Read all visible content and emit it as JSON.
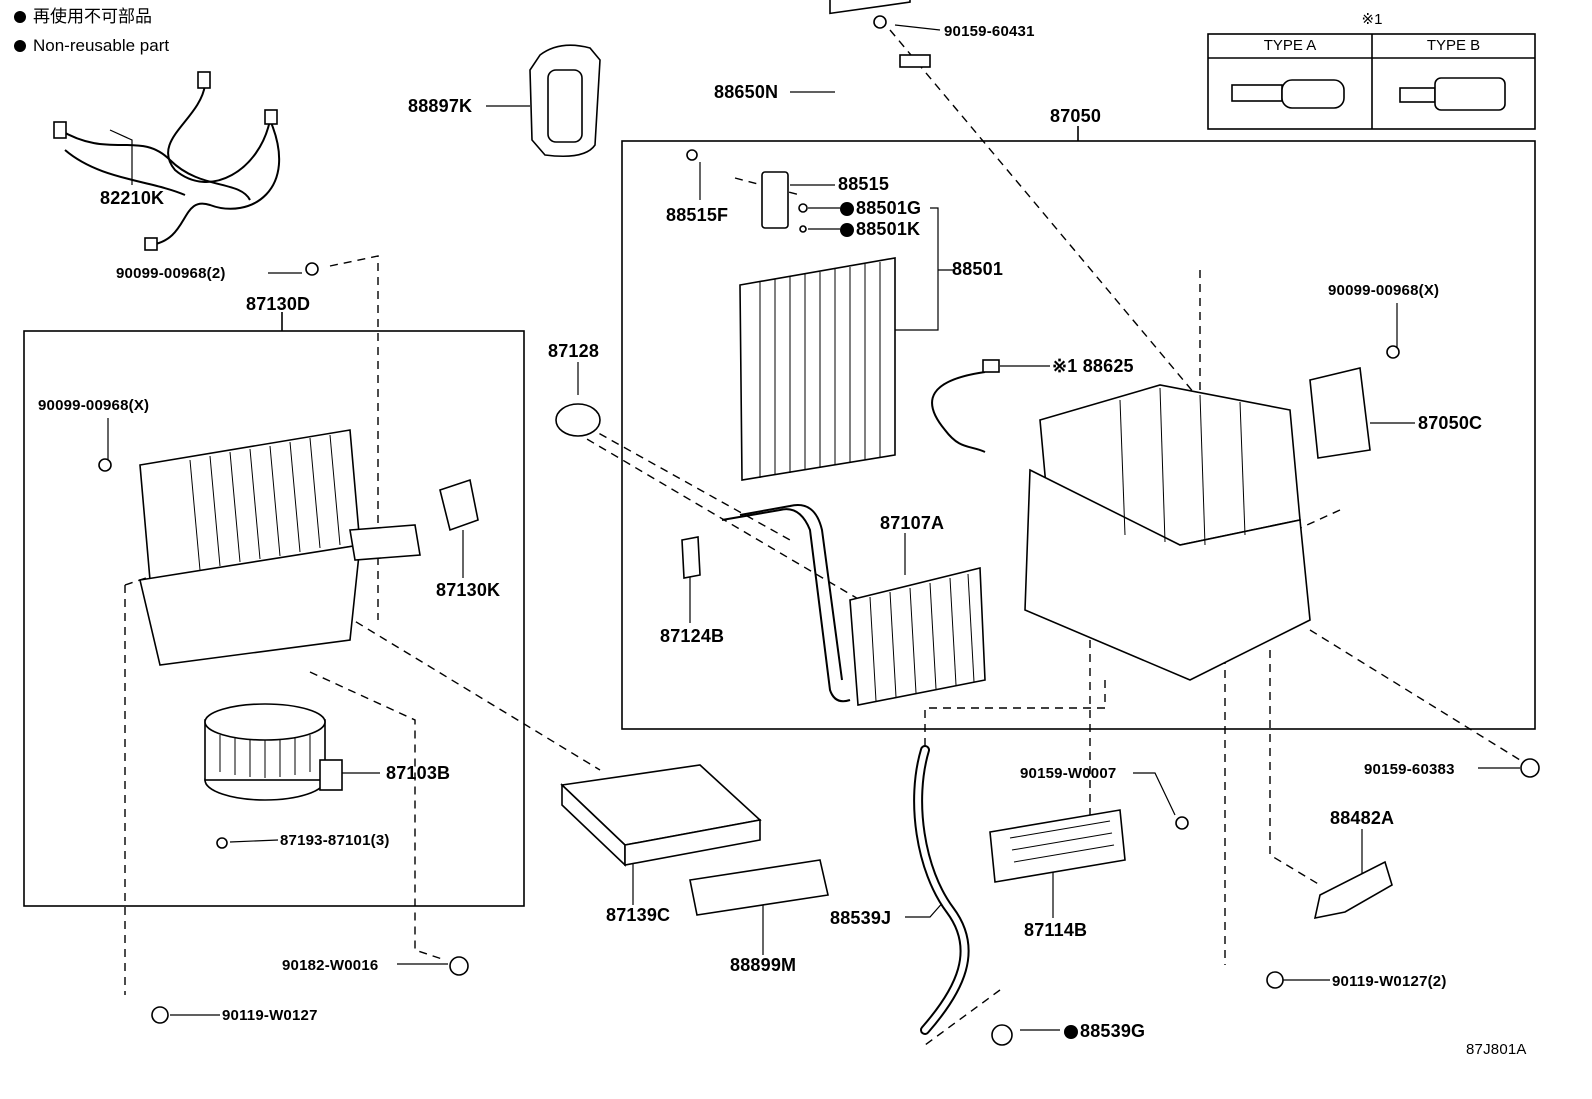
{
  "legend": {
    "symbol": "●",
    "jp": "再使用不可部品",
    "en": "Non-reusable part"
  },
  "note_ref": "※1",
  "type_table": {
    "headers": [
      "TYPE A",
      "TYPE B"
    ]
  },
  "boxes": {
    "left_assembly": "87130D",
    "right_assembly": "87050"
  },
  "parts": [
    {
      "id": "82210K",
      "text": "82210K",
      "nonreusable": false
    },
    {
      "id": "88897K",
      "text": "88897K",
      "nonreusable": false
    },
    {
      "id": "90159-60431",
      "text": "90159-60431",
      "nonreusable": false
    },
    {
      "id": "88650N",
      "text": "88650N",
      "nonreusable": false
    },
    {
      "id": "90099-00968-2",
      "text": "90099-00968(2)",
      "nonreusable": false
    },
    {
      "id": "90099-00968-x-left",
      "text": "90099-00968(X)",
      "nonreusable": false
    },
    {
      "id": "87130K",
      "text": "87130K",
      "nonreusable": false
    },
    {
      "id": "87103B",
      "text": "87103B",
      "nonreusable": false
    },
    {
      "id": "87193-87101",
      "text": "87193-87101(3)",
      "nonreusable": false
    },
    {
      "id": "90182-W0016",
      "text": "90182-W0016",
      "nonreusable": false
    },
    {
      "id": "90119-W0127",
      "text": "90119-W0127",
      "nonreusable": false
    },
    {
      "id": "87128",
      "text": "87128",
      "nonreusable": false
    },
    {
      "id": "88515",
      "text": "88515",
      "nonreusable": false
    },
    {
      "id": "88515F",
      "text": "88515F",
      "nonreusable": false
    },
    {
      "id": "88501G",
      "text": "88501G",
      "nonreusable": true
    },
    {
      "id": "88501K",
      "text": "88501K",
      "nonreusable": true
    },
    {
      "id": "88501",
      "text": "88501",
      "nonreusable": false
    },
    {
      "id": "88625",
      "text": "※1 88625",
      "nonreusable": false
    },
    {
      "id": "87124B",
      "text": "87124B",
      "nonreusable": false
    },
    {
      "id": "87107A",
      "text": "87107A",
      "nonreusable": false
    },
    {
      "id": "90099-00968-x-right",
      "text": "90099-00968(X)",
      "nonreusable": false
    },
    {
      "id": "87050C",
      "text": "87050C",
      "nonreusable": false
    },
    {
      "id": "87139C",
      "text": "87139C",
      "nonreusable": false
    },
    {
      "id": "88899M",
      "text": "88899M",
      "nonreusable": false
    },
    {
      "id": "88539J",
      "text": "88539J",
      "nonreusable": false
    },
    {
      "id": "88539G",
      "text": "88539G",
      "nonreusable": true
    },
    {
      "id": "90159-W0007",
      "text": "90159-W0007",
      "nonreusable": false
    },
    {
      "id": "87114B",
      "text": "87114B",
      "nonreusable": false
    },
    {
      "id": "90159-60383",
      "text": "90159-60383",
      "nonreusable": false
    },
    {
      "id": "88482A",
      "text": "88482A",
      "nonreusable": false
    },
    {
      "id": "90119-W0127-2",
      "text": "90119-W0127(2)",
      "nonreusable": false
    }
  ],
  "figure_code": "87J801A"
}
